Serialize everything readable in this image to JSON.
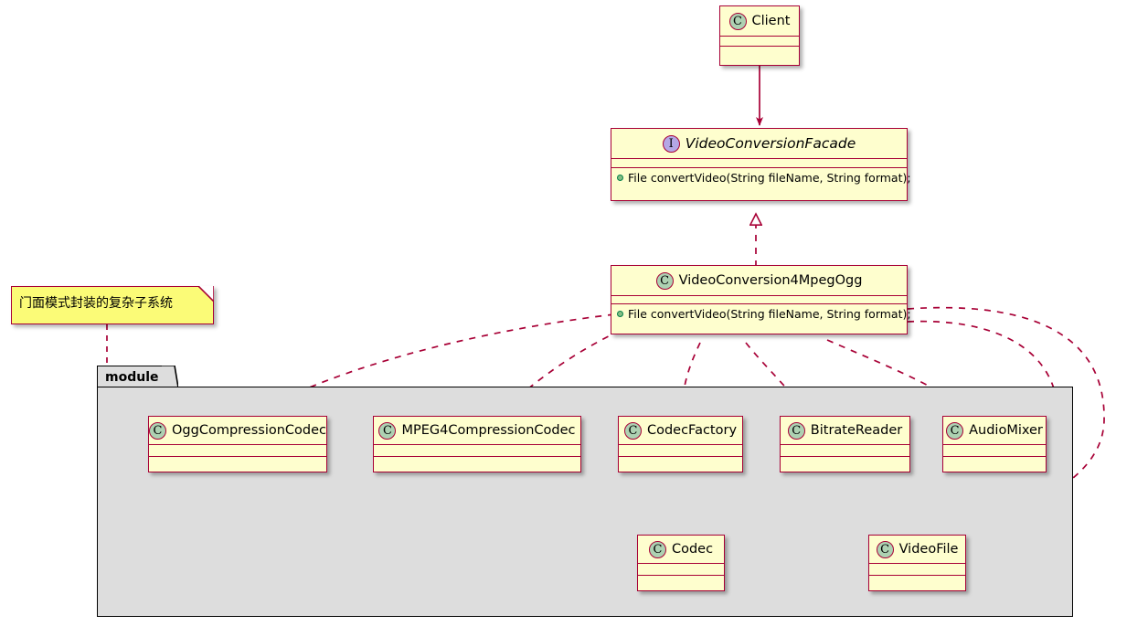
{
  "diagram": {
    "title": "Facade Pattern Class Diagram",
    "colors": {
      "node_fill": "#FEFECE",
      "node_border": "#A80036",
      "class_icon_fill": "#ADD1B2",
      "interface_icon_fill": "#B4A7E5",
      "package_fill": "#DDDDDD",
      "package_border": "#000000",
      "note_fill": "#FBFB77",
      "arrow_color": "#A80036",
      "canvas_background": "#FFFFFF"
    }
  },
  "nodes": {
    "client": {
      "name": "Client",
      "stereotype": "C",
      "kind": "class",
      "members": []
    },
    "facade": {
      "name": "VideoConversionFacade",
      "stereotype": "I",
      "kind": "interface",
      "members": [
        {
          "visibility": "public",
          "text": "File convertVideo(String fileName, String format);"
        }
      ]
    },
    "impl": {
      "name": "VideoConversion4MpegOgg",
      "stereotype": "C",
      "kind": "class",
      "members": [
        {
          "visibility": "public",
          "text": "File convertVideo(String fileName, String format);"
        }
      ]
    },
    "ogg": {
      "name": "OggCompressionCodec",
      "stereotype": "C",
      "kind": "class",
      "members": []
    },
    "mpeg4": {
      "name": "MPEG4CompressionCodec",
      "stereotype": "C",
      "kind": "class",
      "members": []
    },
    "codecfactory": {
      "name": "CodecFactory",
      "stereotype": "C",
      "kind": "class",
      "members": []
    },
    "bitrate": {
      "name": "BitrateReader",
      "stereotype": "C",
      "kind": "class",
      "members": []
    },
    "audiomixer": {
      "name": "AudioMixer",
      "stereotype": "C",
      "kind": "class",
      "members": []
    },
    "codec": {
      "name": "Codec",
      "stereotype": "C",
      "kind": "class",
      "members": []
    },
    "videofile": {
      "name": "VideoFile",
      "stereotype": "C",
      "kind": "class",
      "members": []
    }
  },
  "package": {
    "label": "module"
  },
  "note": {
    "text": "门面模式封装的复杂子系统",
    "attached_to": "module"
  },
  "relations": [
    {
      "from": "Client",
      "to": "VideoConversionFacade",
      "type": "association",
      "line": "solid",
      "head": "filled-arrow"
    },
    {
      "from": "VideoConversion4MpegOgg",
      "to": "VideoConversionFacade",
      "type": "realization",
      "line": "dashed",
      "head": "hollow-triangle"
    },
    {
      "from": "VideoConversion4MpegOgg",
      "to": "OggCompressionCodec",
      "type": "dependency",
      "line": "dashed",
      "head": "open-arrow"
    },
    {
      "from": "VideoConversion4MpegOgg",
      "to": "MPEG4CompressionCodec",
      "type": "dependency",
      "line": "dashed",
      "head": "open-arrow"
    },
    {
      "from": "VideoConversion4MpegOgg",
      "to": "CodecFactory",
      "type": "dependency",
      "line": "dashed",
      "head": "open-arrow"
    },
    {
      "from": "VideoConversion4MpegOgg",
      "to": "BitrateReader",
      "type": "dependency",
      "line": "dashed",
      "head": "open-arrow"
    },
    {
      "from": "VideoConversion4MpegOgg",
      "to": "AudioMixer",
      "type": "dependency",
      "line": "dashed",
      "head": "open-arrow"
    },
    {
      "from": "VideoConversion4MpegOgg",
      "to": "Codec",
      "type": "dependency",
      "line": "dashed",
      "head": "open-arrow"
    },
    {
      "from": "VideoConversion4MpegOgg",
      "to": "VideoFile",
      "type": "dependency",
      "line": "dashed",
      "head": "open-arrow"
    },
    {
      "from": "OggCompressionCodec",
      "to": "Codec",
      "type": "realization",
      "line": "dashed",
      "head": "hollow-triangle"
    },
    {
      "from": "MPEG4CompressionCodec",
      "to": "Codec",
      "type": "realization",
      "line": "dashed",
      "head": "hollow-triangle"
    },
    {
      "from": "CodecFactory",
      "to": "Codec",
      "type": "association",
      "line": "solid",
      "head": "filled-arrow"
    },
    {
      "from": "CodecFactory",
      "to": "VideoFile",
      "type": "association",
      "line": "solid",
      "head": "filled-arrow"
    },
    {
      "from": "BitrateReader",
      "to": "Codec",
      "type": "association",
      "line": "solid",
      "head": "filled-arrow"
    },
    {
      "from": "BitrateReader",
      "to": "VideoFile",
      "type": "association",
      "line": "solid",
      "head": "filled-arrow"
    },
    {
      "from": "AudioMixer",
      "to": "VideoFile",
      "type": "association",
      "line": "solid",
      "head": "filled-arrow"
    }
  ]
}
